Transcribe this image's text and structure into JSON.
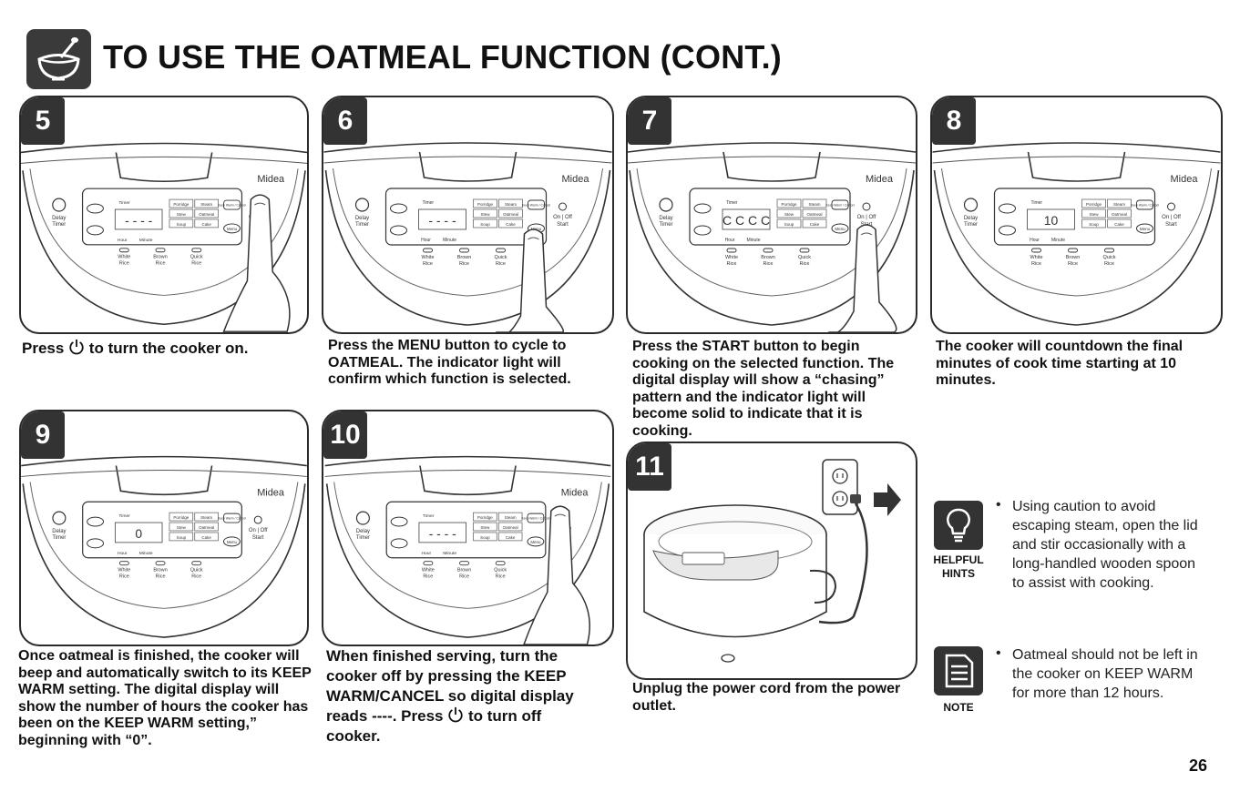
{
  "header": {
    "title": "TO USE THE OATMEAL FUNCTION (CONT.)",
    "icon": "oatmeal-bowl-icon"
  },
  "brand": "Midea",
  "cooker_labels": {
    "delay": "Delay",
    "timer": "Timer",
    "hour": "Hour",
    "minute": "Minute",
    "menu": "Menu",
    "on_off": "On | Off",
    "start": "Start",
    "timer_label": "Timer",
    "buttons": [
      "White Rice",
      "Brown Rice",
      "Quick Rice"
    ],
    "functions": [
      "Porridge",
      "Steam",
      "Stew",
      "Oatmeal",
      "Soup",
      "Cake"
    ],
    "keep_warm": "Keep Warm / Cancel"
  },
  "steps": [
    {
      "number": "5",
      "caption_pre": "Press",
      "caption_post": "to turn the cooker on.",
      "display": "- - - -"
    },
    {
      "number": "6",
      "caption": "Press the MENU button to cycle to OATMEAL. The indicator light will confirm which function is selected.",
      "display": "- - - -"
    },
    {
      "number": "7",
      "caption": "Press the START button to begin cooking on the selected function. The digital display will show a “chasing” pattern and the indicator light will become solid to indicate that it is cooking.",
      "display": "C C C C"
    },
    {
      "number": "8",
      "caption": "The cooker will countdown the final minutes of cook time starting at 10 minutes.",
      "display": "10"
    },
    {
      "number": "9",
      "caption": "Once oatmeal is finished, the cooker will beep and automatically switch to its KEEP WARM setting. The digital display will show the number of hours the cooker has been on the KEEP WARM setting,” beginning with “0”.",
      "display": "0"
    },
    {
      "number": "10",
      "caption_pre": "When finished serving, turn the cooker off by pressing the KEEP WARM/CANCEL so digital display reads ----. Press",
      "caption_post": "to turn off cooker.",
      "display": "- - - -"
    },
    {
      "number": "11",
      "caption": "Unplug the power cord from the power outlet."
    }
  ],
  "hints": [
    {
      "label_line1": "HELPFUL",
      "label_line2": "HINTS",
      "icon": "lightbulb-icon",
      "text": "Using caution to avoid escaping steam, open the lid and stir occasionally with a long-handled wooden spoon to assist with cooking."
    },
    {
      "label_line1": "NOTE",
      "label_line2": "",
      "icon": "note-icon",
      "text": "Oatmeal should not be left in the cooker on KEEP WARM for more than 12 hours."
    }
  ],
  "bullet": "•",
  "page_number": "26"
}
